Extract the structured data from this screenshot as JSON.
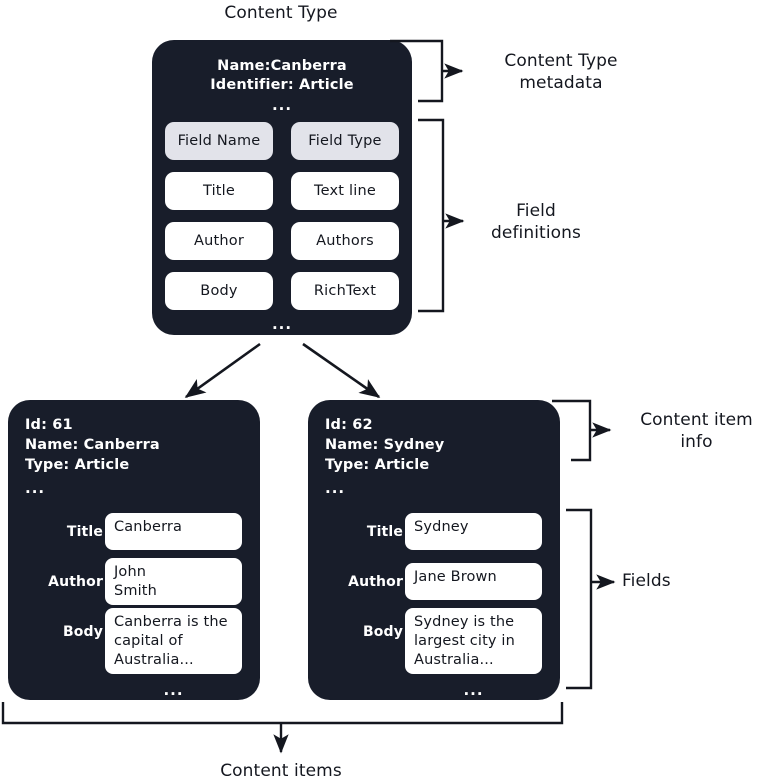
{
  "diagram": {
    "title_top": "Content Type",
    "title_bottom": "Content items",
    "accent_dark": "#181d2a",
    "chip_header_bg": "#e2e3ea",
    "line_color": "#14171f"
  },
  "content_type": {
    "meta_lines": [
      "Name:Canberra",
      "Identifier: Article"
    ],
    "meta_ellipsis": "...",
    "table": {
      "headers": [
        "Field Name",
        "Field Type"
      ],
      "rows": [
        [
          "Title",
          "Text line"
        ],
        [
          "Author",
          "Authors"
        ],
        [
          "Body",
          "RichText"
        ]
      ]
    },
    "table_ellipsis": "..."
  },
  "callouts": {
    "content_type_metadata": "Content Type\nmetadata",
    "field_definitions": "Field\ndefinitions",
    "content_item_info": "Content item\ninfo",
    "fields": "Fields"
  },
  "content_items": [
    {
      "info_lines": [
        "Id: 61",
        "Name: Canberra",
        "Type: Article"
      ],
      "info_ellipsis": "...",
      "fields": [
        {
          "label": "Title",
          "value": "Canberra"
        },
        {
          "label": "Author",
          "value": "John\nSmith"
        },
        {
          "label": "Body",
          "value": "Canberra is the\ncapital of\nAustralia..."
        }
      ],
      "fields_ellipsis": "..."
    },
    {
      "info_lines": [
        "Id: 62",
        "Name: Sydney",
        "Type: Article"
      ],
      "info_ellipsis": "...",
      "fields": [
        {
          "label": "Title",
          "value": "Sydney"
        },
        {
          "label": "Author",
          "value": "Jane Brown"
        },
        {
          "label": "Body",
          "value": "Sydney is the\nlargest city in\nAustralia..."
        }
      ],
      "fields_ellipsis": "..."
    }
  ]
}
